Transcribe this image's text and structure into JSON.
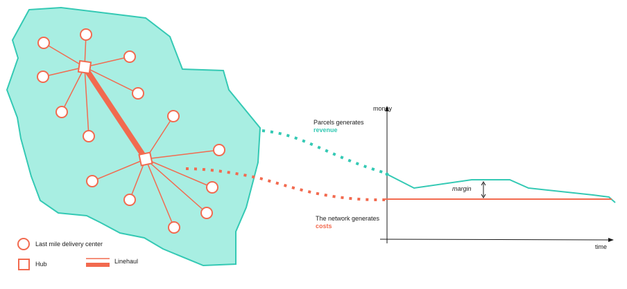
{
  "colors": {
    "region_fill": "#a8eee2",
    "region_stroke": "#34c9b4",
    "network": "#f26a4f",
    "revenue": "#34c9b4",
    "cost": "#f26a4f",
    "axis": "#1a1a1a",
    "text": "#1a1a1a"
  },
  "annotations": {
    "revenue_line1": "Parcels generates",
    "revenue_line2": "revenue",
    "cost_line1": "The network generates",
    "cost_line2": "costs",
    "margin": "margin"
  },
  "axes": {
    "y_label": "money",
    "x_label": "time"
  },
  "legend": {
    "delivery_center": "Last mile delivery center",
    "hub": "Hub",
    "linehaul": "Linehaul"
  }
}
